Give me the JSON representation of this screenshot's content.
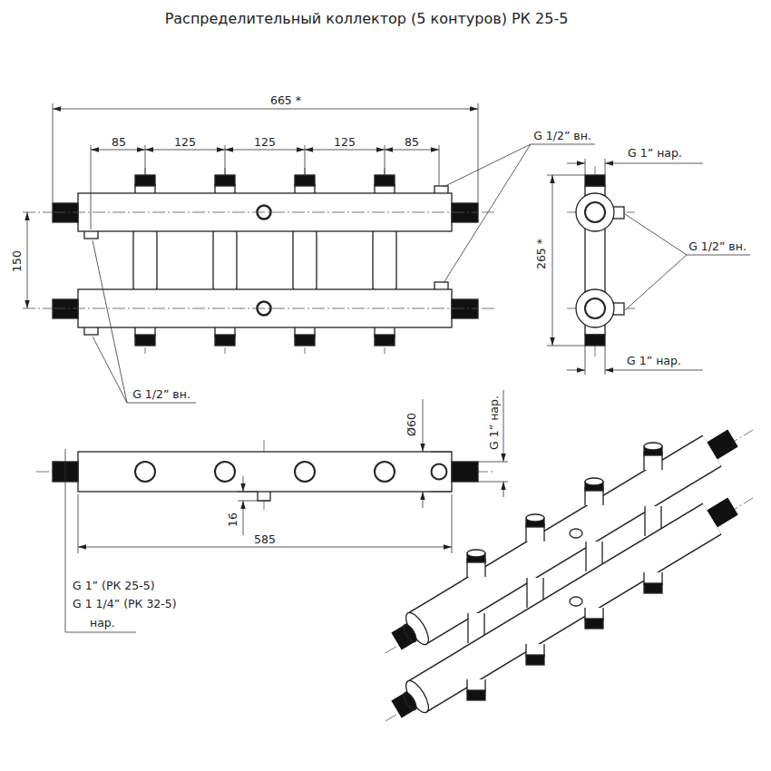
{
  "diagram": {
    "title": "Распределительный коллектор (5 контуров) РК 25-5",
    "labels": [
      "665 *",
      "85",
      "125",
      "125",
      "125",
      "85",
      "G 1/2” вн.",
      "G 1” нар.",
      "150",
      "265 *",
      "G 1/2” вн.",
      "G 1/2” вн.",
      "G 1” нар.",
      "Ø60",
      "G 1” нар.",
      "16",
      "585",
      "G 1” (РК 25-5)",
      "G 1 1/4” (РК 32-5)",
      "нар."
    ]
  }
}
